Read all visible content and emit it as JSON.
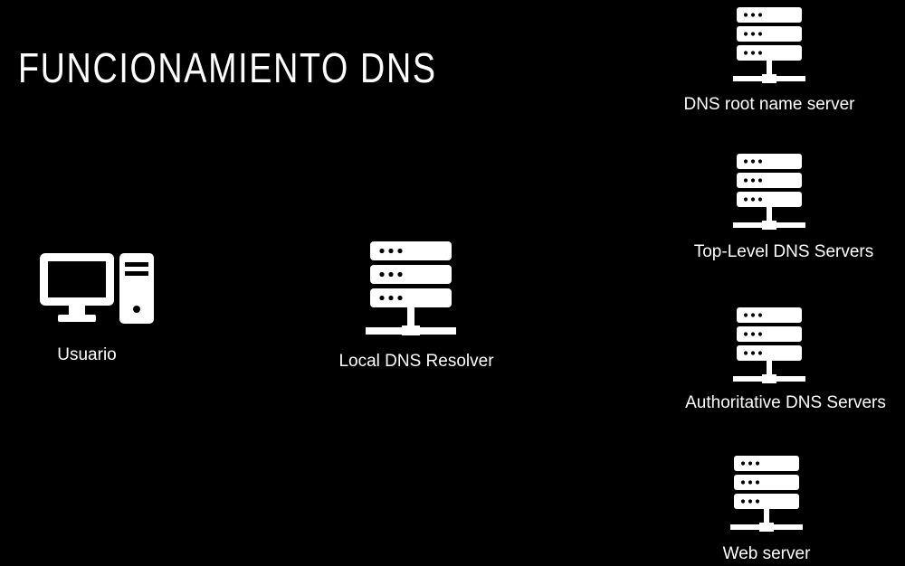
{
  "title": "FUNCIONAMIENTO DNS",
  "colors": {
    "background": "#000000",
    "foreground": "#ffffff"
  },
  "nodes": {
    "usuario": {
      "label": "Usuario",
      "icon": "desktop-computer-icon"
    },
    "local_resolver": {
      "label": "Local DNS Resolver",
      "icon": "server-icon"
    },
    "root_server": {
      "label": "DNS root name server",
      "icon": "server-icon"
    },
    "tld_servers": {
      "label": "Top-Level DNS Servers",
      "icon": "server-icon"
    },
    "authoritative_servers": {
      "label": "Authoritative DNS Servers",
      "icon": "server-icon"
    },
    "web_server": {
      "label": "Web server",
      "icon": "server-icon"
    }
  }
}
